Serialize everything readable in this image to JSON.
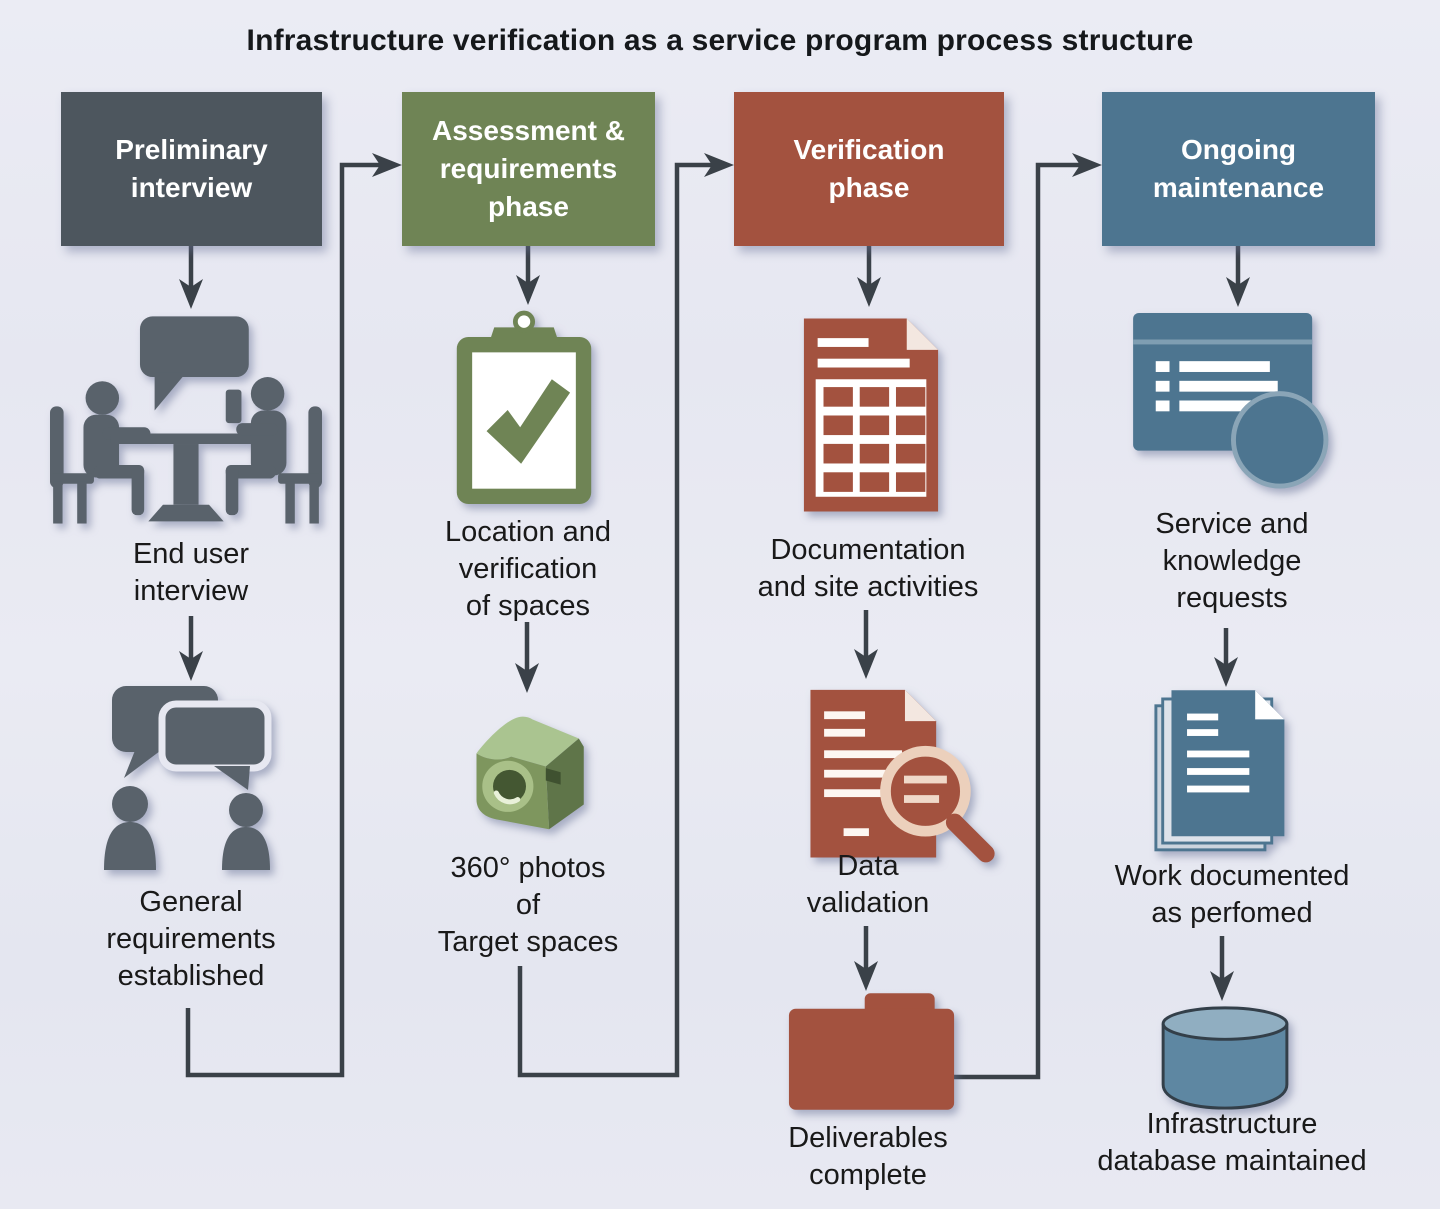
{
  "title": "Infrastructure verification as a service program process structure",
  "palette": {
    "background": "#e7e8f1",
    "connector_line": "#3a4148",
    "label_text": "#191919",
    "phase1_dark_slate": "#4d565e",
    "phase2_green": "#6f8455",
    "phase3_brick": "#a3523f",
    "phase4_steel_blue": "#4d7590",
    "icon_gray": "#59626b",
    "camera_light_green": "#aac490",
    "camera_mid_green": "#7e965e",
    "camera_dark_green": "#5f7549",
    "magnifier_ring_cream": "#ecd0bc",
    "database_top_blue": "#90aec1"
  },
  "columns": [
    {
      "id": "preliminary-interview",
      "header": "Preliminary\ninterview",
      "header_color": "#4d565e",
      "steps": [
        {
          "icon": "interview-icon",
          "label": "End user\ninterview"
        },
        {
          "icon": "discussion-icon",
          "label": "General\nrequirements\nestablished"
        }
      ]
    },
    {
      "id": "assessment-requirements-phase",
      "header": "Assessment &\nrequirements\nphase",
      "header_color": "#6f8455",
      "steps": [
        {
          "icon": "clipboard-checklist-icon",
          "label": "Location and\nverification\nof spaces"
        },
        {
          "icon": "camera-360-icon",
          "label": "360° photos\nof\nTarget spaces"
        }
      ]
    },
    {
      "id": "verification-phase",
      "header": "Verification\nphase",
      "header_color": "#a3523f",
      "steps": [
        {
          "icon": "document-table-icon",
          "label": "Documentation\nand site activities"
        },
        {
          "icon": "document-magnifier-icon",
          "label": "Data\nvalidation"
        },
        {
          "icon": "folder-icon",
          "label": "Deliverables\ncomplete"
        }
      ]
    },
    {
      "id": "ongoing-maintenance",
      "header": "Ongoing\nmaintenance",
      "header_color": "#4d7590",
      "steps": [
        {
          "icon": "service-window-icon",
          "label": "Service and\nknowledge\nrequests"
        },
        {
          "icon": "stacked-docs-icon",
          "label": "Work documented\nas perfomed"
        },
        {
          "icon": "database-icon",
          "label": "Infrastructure\ndatabase maintained"
        }
      ]
    }
  ]
}
